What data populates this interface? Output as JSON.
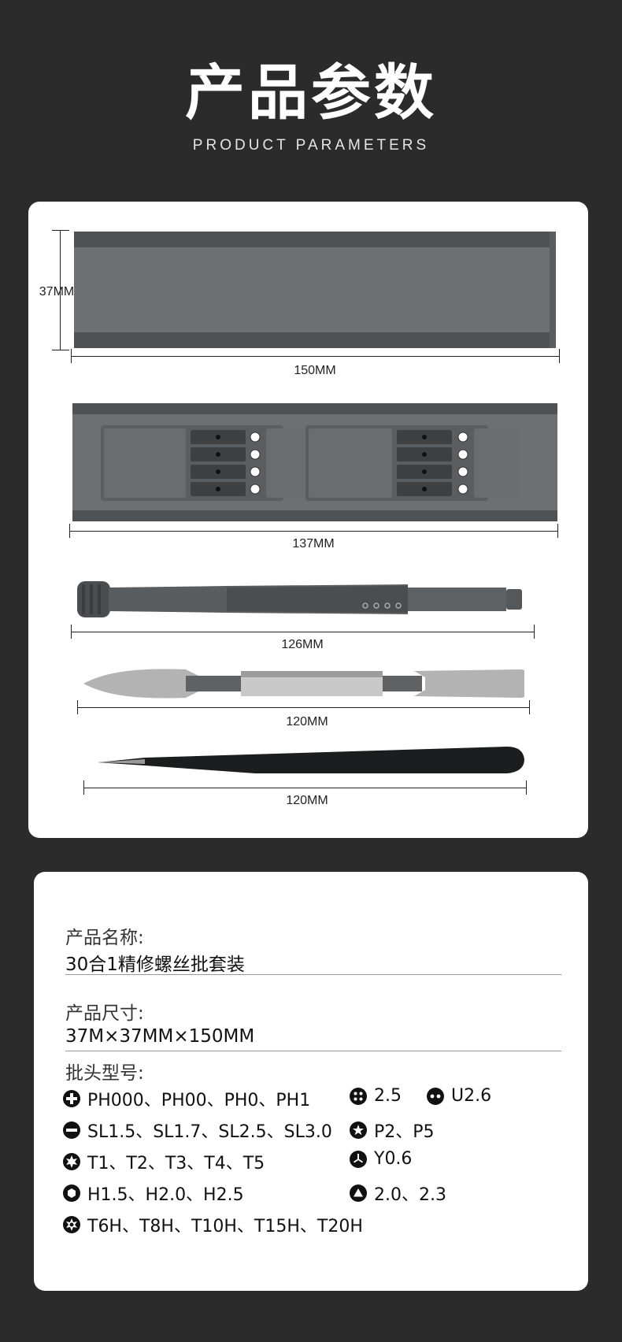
{
  "header": {
    "title": "产品参数",
    "subtitle": "PRODUCT PARAMETERS"
  },
  "dimensions": {
    "box_height": "37MM",
    "box_length": "150MM",
    "tray_length": "137MM",
    "driver_length": "126MM",
    "spudger_length": "120MM",
    "tweezers_length": "120MM"
  },
  "specs": {
    "name_label": "产品名称:",
    "name_value": "30合1精修螺丝批套装",
    "size_label": "产品尺寸:",
    "size_value": "37M×37MM×150MM",
    "bits_label": "批头型号:",
    "bits": [
      {
        "icon": "phillips-icon",
        "text": "PH000、PH00、PH0、PH1"
      },
      {
        "icon": "slotted-icon",
        "text": "SL1.5、SL1.7、SL2.5、SL3.0"
      },
      {
        "icon": "torx-icon",
        "text": "T1、T2、T3、T4、T5"
      },
      {
        "icon": "hex-icon",
        "text": "H1.5、H2.0、H2.5"
      },
      {
        "icon": "security-torx-icon",
        "text": "T6H、T8H、T10H、T15H、T20H"
      },
      {
        "icon": "quad-point-icon",
        "text": "2.5"
      },
      {
        "icon": "u-type-icon",
        "text": "U2.6"
      },
      {
        "icon": "pentalobe-icon",
        "text": "P2、P5"
      },
      {
        "icon": "tri-wing-icon",
        "text": "Y0.6"
      },
      {
        "icon": "triangle-icon",
        "text": "2.0、2.3"
      }
    ]
  },
  "colors": {
    "background": "#2b2b2b",
    "card": "#ffffff",
    "metal_dark": "#4a4d4f",
    "metal_mid": "#6d7073",
    "tweezers": "#1c1d1e",
    "spudger_blade": "#b3b3b3"
  }
}
